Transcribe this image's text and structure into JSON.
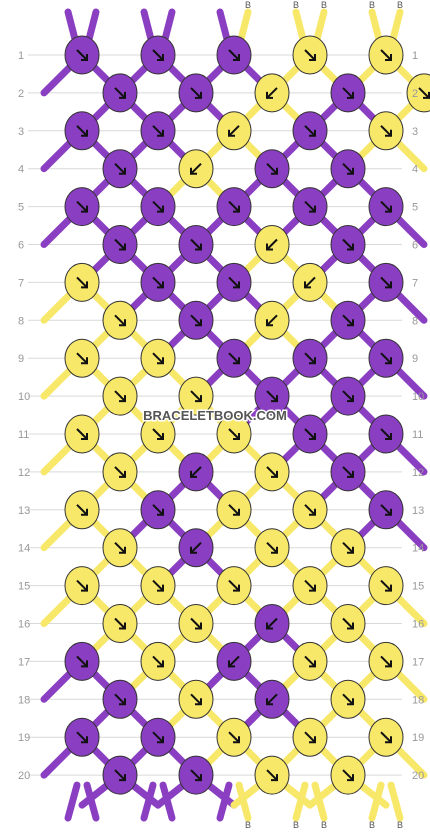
{
  "watermark": "BRACELETBOOK.COM",
  "colors": {
    "A": "#8a3fc2",
    "B": "#f8e86a",
    "knot_outline": "#333333",
    "row_line": "#d9d9d9",
    "label_text": "#999999"
  },
  "top_labels": [
    "A",
    "A",
    "A",
    "A",
    "A",
    "B",
    "B",
    "B",
    "B",
    "B"
  ],
  "bottom_labels": [
    "A",
    "A",
    "A",
    "A",
    "A",
    "B",
    "B",
    "B",
    "B",
    "B"
  ],
  "row_labels": [
    "1",
    "2",
    "3",
    "4",
    "5",
    "6",
    "7",
    "8",
    "9",
    "10",
    "11",
    "12",
    "13",
    "14",
    "15",
    "16",
    "17",
    "18",
    "19",
    "20"
  ],
  "knots": [
    [
      {
        "c": "A",
        "d": "se"
      },
      {
        "c": "A",
        "d": "se"
      },
      {
        "c": "A",
        "d": "se"
      },
      {
        "c": "B",
        "d": "se"
      },
      {
        "c": "B",
        "d": "se"
      }
    ],
    [
      {
        "c": "A",
        "d": "se"
      },
      {
        "c": "A",
        "d": "se"
      },
      {
        "c": "B",
        "d": "sw"
      },
      {
        "c": "A",
        "d": "se"
      },
      {
        "c": "B",
        "d": "se"
      }
    ],
    [
      {
        "c": "A",
        "d": "se"
      },
      {
        "c": "A",
        "d": "se"
      },
      {
        "c": "B",
        "d": "sw"
      },
      {
        "c": "A",
        "d": "se"
      },
      {
        "c": "B",
        "d": "se"
      }
    ],
    [
      {
        "c": "A",
        "d": "se"
      },
      {
        "c": "B",
        "d": "sw"
      },
      {
        "c": "A",
        "d": "se"
      },
      {
        "c": "A",
        "d": "se"
      }
    ],
    [
      {
        "c": "A",
        "d": "se"
      },
      {
        "c": "A",
        "d": "se"
      },
      {
        "c": "A",
        "d": "se"
      },
      {
        "c": "A",
        "d": "se"
      },
      {
        "c": "A",
        "d": "se"
      }
    ],
    [
      {
        "c": "A",
        "d": "se"
      },
      {
        "c": "A",
        "d": "se"
      },
      {
        "c": "B",
        "d": "sw"
      },
      {
        "c": "A",
        "d": "se"
      }
    ],
    [
      {
        "c": "B",
        "d": "se"
      },
      {
        "c": "A",
        "d": "se"
      },
      {
        "c": "A",
        "d": "se"
      },
      {
        "c": "B",
        "d": "sw"
      },
      {
        "c": "A",
        "d": "se"
      }
    ],
    [
      {
        "c": "B",
        "d": "se"
      },
      {
        "c": "A",
        "d": "se"
      },
      {
        "c": "B",
        "d": "sw"
      },
      {
        "c": "A",
        "d": "se"
      }
    ],
    [
      {
        "c": "B",
        "d": "se"
      },
      {
        "c": "B",
        "d": "se"
      },
      {
        "c": "A",
        "d": "se"
      },
      {
        "c": "A",
        "d": "se"
      },
      {
        "c": "A",
        "d": "se"
      }
    ],
    [
      {
        "c": "B",
        "d": "se"
      },
      {
        "c": "B",
        "d": "se"
      },
      {
        "c": "A",
        "d": "se"
      },
      {
        "c": "A",
        "d": "se"
      }
    ],
    [
      {
        "c": "B",
        "d": "se"
      },
      {
        "c": "B",
        "d": "se"
      },
      {
        "c": "B",
        "d": "se"
      },
      {
        "c": "A",
        "d": "se"
      },
      {
        "c": "A",
        "d": "se"
      }
    ],
    [
      {
        "c": "B",
        "d": "se"
      },
      {
        "c": "A",
        "d": "sw"
      },
      {
        "c": "B",
        "d": "se"
      },
      {
        "c": "A",
        "d": "se"
      }
    ],
    [
      {
        "c": "B",
        "d": "se"
      },
      {
        "c": "A",
        "d": "se"
      },
      {
        "c": "B",
        "d": "se"
      },
      {
        "c": "B",
        "d": "se"
      },
      {
        "c": "A",
        "d": "se"
      }
    ],
    [
      {
        "c": "B",
        "d": "se"
      },
      {
        "c": "A",
        "d": "sw"
      },
      {
        "c": "B",
        "d": "se"
      },
      {
        "c": "B",
        "d": "se"
      }
    ],
    [
      {
        "c": "B",
        "d": "se"
      },
      {
        "c": "B",
        "d": "se"
      },
      {
        "c": "B",
        "d": "se"
      },
      {
        "c": "B",
        "d": "se"
      },
      {
        "c": "B",
        "d": "se"
      }
    ],
    [
      {
        "c": "B",
        "d": "se"
      },
      {
        "c": "B",
        "d": "se"
      },
      {
        "c": "A",
        "d": "sw"
      },
      {
        "c": "B",
        "d": "se"
      }
    ],
    [
      {
        "c": "A",
        "d": "se"
      },
      {
        "c": "B",
        "d": "se"
      },
      {
        "c": "A",
        "d": "sw"
      },
      {
        "c": "B",
        "d": "se"
      },
      {
        "c": "B",
        "d": "se"
      }
    ],
    [
      {
        "c": "A",
        "d": "se"
      },
      {
        "c": "B",
        "d": "se"
      },
      {
        "c": "A",
        "d": "sw"
      },
      {
        "c": "B",
        "d": "se"
      }
    ],
    [
      {
        "c": "A",
        "d": "se"
      },
      {
        "c": "A",
        "d": "se"
      },
      {
        "c": "B",
        "d": "se"
      },
      {
        "c": "B",
        "d": "se"
      },
      {
        "c": "B",
        "d": "se"
      }
    ],
    [
      {
        "c": "A",
        "d": "se"
      },
      {
        "c": "A",
        "d": "se"
      },
      {
        "c": "B",
        "d": "se"
      },
      {
        "c": "B",
        "d": "se"
      }
    ]
  ]
}
